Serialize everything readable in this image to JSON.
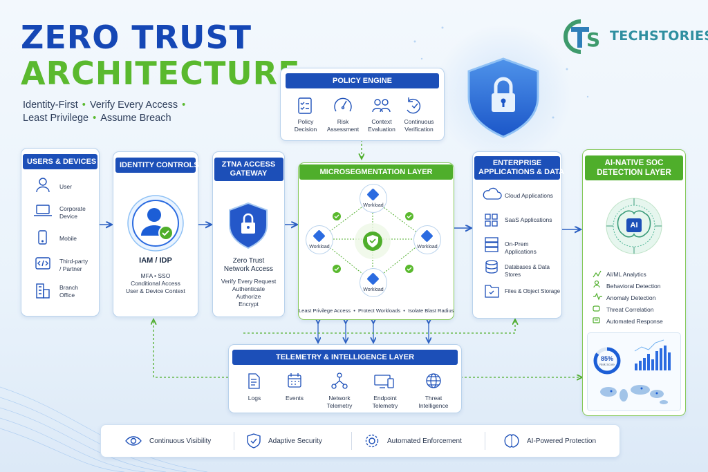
{
  "header": {
    "title_line1": "ZERO TRUST",
    "title_line2": "ARCHITECTURE",
    "tagline": [
      "Identity-First",
      "Verify Every Access",
      "Least Privilege",
      "Assume Breach"
    ],
    "brand": "TECHSTORIESS"
  },
  "policy_engine": {
    "title": "POLICY ENGINE",
    "items": [
      {
        "label1": "Policy",
        "label2": "Decision",
        "icon": "checklist-icon"
      },
      {
        "label1": "Risk",
        "label2": "Assessment",
        "icon": "gauge-icon"
      },
      {
        "label1": "Context",
        "label2": "Evaluation",
        "icon": "users-icon"
      },
      {
        "label1": "Continuous",
        "label2": "Verification",
        "icon": "refresh-check-icon"
      }
    ]
  },
  "users_devices": {
    "title": "USERS & DEVICES",
    "items": [
      {
        "label1": "User",
        "label2": "",
        "icon": "user-icon"
      },
      {
        "label1": "Corporate",
        "label2": "Device",
        "icon": "laptop-icon"
      },
      {
        "label1": "Mobile",
        "label2": "",
        "icon": "mobile-icon"
      },
      {
        "label1": "Third-party",
        "label2": "/ Partner",
        "icon": "code-icon"
      },
      {
        "label1": "Branch",
        "label2": "Office",
        "icon": "building-icon"
      }
    ]
  },
  "identity_controls": {
    "title": "IDENTITY CONTROLS",
    "name": "IAM / IDP",
    "lines": [
      "MFA • SSO",
      "Conditional Access",
      "User & Device Context"
    ]
  },
  "ztna": {
    "title1": "ZTNA ACCESS",
    "title2": "GATEWAY",
    "name1": "Zero Trust",
    "name2": "Network Access",
    "lines": [
      "Verify Every Request",
      "Authenticate",
      "Authorize",
      "Encrypt"
    ]
  },
  "microsegmentation": {
    "title": "MICROSEGMENTATION LAYER",
    "workload_label": "Workload",
    "footer": "Least Privilege Access  •  Protect Workloads  •  Isolate Blast Radius"
  },
  "enterprise": {
    "title1": "ENTERPRISE",
    "title2": "APPLICATIONS & DATA",
    "items": [
      {
        "label": "Cloud Applications",
        "icon": "cloud-icon"
      },
      {
        "label": "SaaS Applications",
        "icon": "grid-icon"
      },
      {
        "label": "On-Prem Applications",
        "icon": "server-icon"
      },
      {
        "label": "Databases & Data Stores",
        "icon": "database-icon"
      },
      {
        "label": "Files & Object Storage",
        "icon": "folder-icon"
      }
    ]
  },
  "soc": {
    "title1": "AI-NATIVE SOC",
    "title2": "DETECTION LAYER",
    "ai_label": "AI",
    "items": [
      "AI/ML Analytics",
      "Behavioral Detection",
      "Anomaly Detection",
      "Threat Correlation",
      "Automated Response"
    ],
    "risk_value": "85%",
    "risk_label": "Risk Score",
    "risk_fraction": 0.85
  },
  "telemetry": {
    "title": "TELEMETRY & INTELLIGENCE LAYER",
    "items": [
      {
        "label1": "Logs",
        "label2": "",
        "icon": "document-icon"
      },
      {
        "label1": "Events",
        "label2": "",
        "icon": "calendar-icon"
      },
      {
        "label1": "Network",
        "label2": "Telemetry",
        "icon": "network-icon"
      },
      {
        "label1": "Endpoint",
        "label2": "Telemetry",
        "icon": "devices-icon"
      },
      {
        "label1": "Threat",
        "label2": "Intelligence",
        "icon": "globe-icon"
      }
    ]
  },
  "bottom_bar": [
    {
      "label": "Continuous Visibility",
      "icon": "eye-icon"
    },
    {
      "label": "Adaptive Security",
      "icon": "shield-check-icon"
    },
    {
      "label": "Automated Enforcement",
      "icon": "gear-icon"
    },
    {
      "label": "AI-Powered Protection",
      "icon": "brain-icon"
    }
  ],
  "colors": {
    "primary_blue": "#1c4fb8",
    "accent_green": "#4fae2b",
    "title_blue": "#1547b5",
    "title_green": "#5ab92e"
  }
}
